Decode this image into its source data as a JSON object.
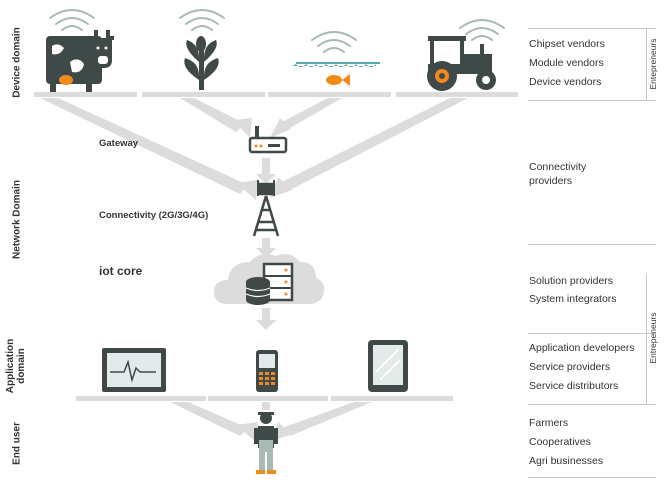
{
  "domains": {
    "device": "Device domain",
    "network": "Network Domain",
    "application": "Application domain",
    "end_user": "End user"
  },
  "middle_labels": {
    "gateway": "Gateway",
    "connectivity": "Connectivity (2G/3G/4G)",
    "iot_core": "iot core"
  },
  "roles": {
    "device": [
      "Chipset vendors",
      "Module vendors",
      "Device vendors"
    ],
    "connectivity": [
      "Connectivity",
      "providers"
    ],
    "solution": [
      "Solution providers",
      "System integrators"
    ],
    "application": [
      "Application developers",
      "Service providers",
      "Service distributors"
    ],
    "end_user": [
      "Farmers",
      "Cooperatives",
      "Agri businesses"
    ]
  },
  "side_tags": {
    "top": "Entepreneurs",
    "middle": "Entrepeneurs"
  },
  "colors": {
    "dark": "#3f4a48",
    "teal": "#607a73",
    "arrow": "#dcdcdc",
    "orange": "#f08a1d",
    "water": "#5aa9b0",
    "screen": "#e3eaea"
  },
  "icons": [
    "cow-icon",
    "plant-icon",
    "water-fish-icon",
    "tractor-icon",
    "router-icon",
    "cell-tower-icon",
    "cloud-server-icon",
    "monitor-icon",
    "mobile-phone-icon",
    "tablet-icon",
    "farmer-icon"
  ]
}
